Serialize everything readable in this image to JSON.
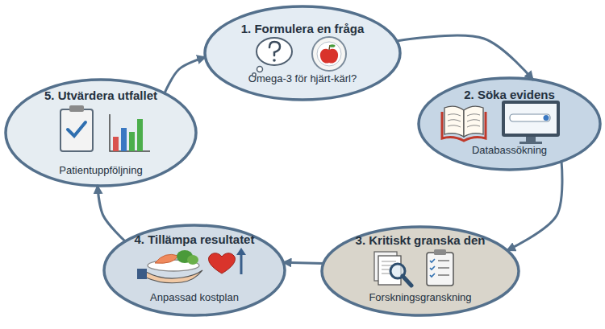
{
  "diagram": {
    "nodes": [
      {
        "text": [
          "1. Formulera en fråga",
          "Omega-3 för hjärt-kärl?"
        ]
      },
      {
        "text": [
          "2. Söka evidens",
          "Databassökning"
        ]
      },
      {
        "text": [
          "3. Kritiskt granska den",
          "Forskningsgranskning"
        ]
      },
      {
        "text": [
          "4. Tillämpa resultatet",
          "Anpassad kostplan"
        ]
      },
      {
        "text": [
          "5. Utvärdera utfallet",
          "Patientuppföljning"
        ]
      }
    ],
    "edges": [
      {
        "from": 0,
        "to": 1,
        "arrow": "to"
      },
      {
        "from": 1,
        "to": 2,
        "arrow": "to"
      },
      {
        "from": 2,
        "to": 3,
        "arrow": "to"
      },
      {
        "from": 3,
        "to": 4,
        "arrow": "to"
      },
      {
        "from": 4,
        "to": 0,
        "arrow": "to"
      }
    ]
  }
}
